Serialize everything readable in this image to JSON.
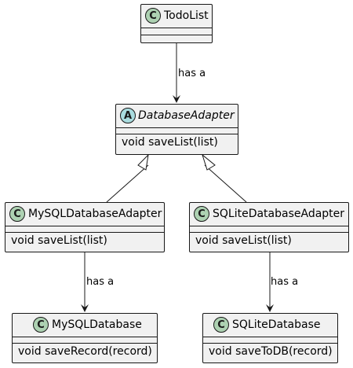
{
  "classes": {
    "todolist": {
      "stereotype": "C",
      "name": "TodoList",
      "members": []
    },
    "database_adapter": {
      "stereotype": "A",
      "name": "DatabaseAdapter",
      "members": [
        "void saveList(list)"
      ]
    },
    "mysql_adapter": {
      "stereotype": "C",
      "name": "MySQLDatabaseAdapter",
      "members": [
        "void saveList(list)"
      ]
    },
    "sqlite_adapter": {
      "stereotype": "C",
      "name": "SQLiteDatabaseAdapter",
      "members": [
        "void saveList(list)"
      ]
    },
    "mysql_database": {
      "stereotype": "C",
      "name": "MySQLDatabase",
      "members": [
        "void saveRecord(record)"
      ]
    },
    "sqlite_database": {
      "stereotype": "C",
      "name": "SQLiteDatabase",
      "members": [
        "void saveToDB(record)"
      ]
    }
  },
  "relations": {
    "todolist_to_adapter": "has a",
    "mysql_adapter_to_db": "has a",
    "sqlite_adapter_to_db": "has a"
  },
  "colors": {
    "class_fill": "#f1f1f1",
    "line": "#181818",
    "class_badge": "#add1b2",
    "abstract_badge": "#a9dcdf"
  }
}
